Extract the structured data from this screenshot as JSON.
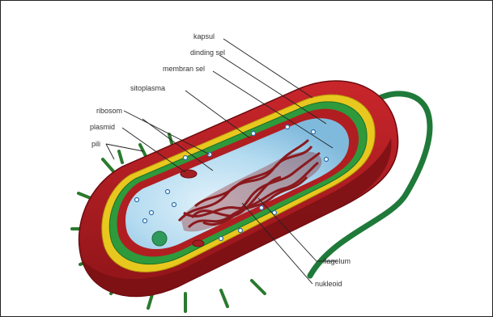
{
  "diagram": {
    "labels": {
      "kapsul": "kapsul",
      "dinding_sel": "dinding sel",
      "membran_sel": "membran sel",
      "sitoplasma": "sitoplasma",
      "ribosom": "ribosom",
      "plasmid": "plasmid",
      "pili": "pili",
      "flagelum": "flagelum",
      "nukleoid": "nukleoid"
    },
    "colors": {
      "capsule": "#b01e22",
      "capsule_dark": "#7a1014",
      "wall_yellow": "#e8c81e",
      "membrane_green": "#2e9a3c",
      "cytoplasm": "#a8d4ee",
      "cytoplasm_light": "#d8eef9",
      "nucleoid": "#8a1a1e",
      "flagellum": "#1f7a3a",
      "ribosome": "#2a6fb0"
    }
  }
}
